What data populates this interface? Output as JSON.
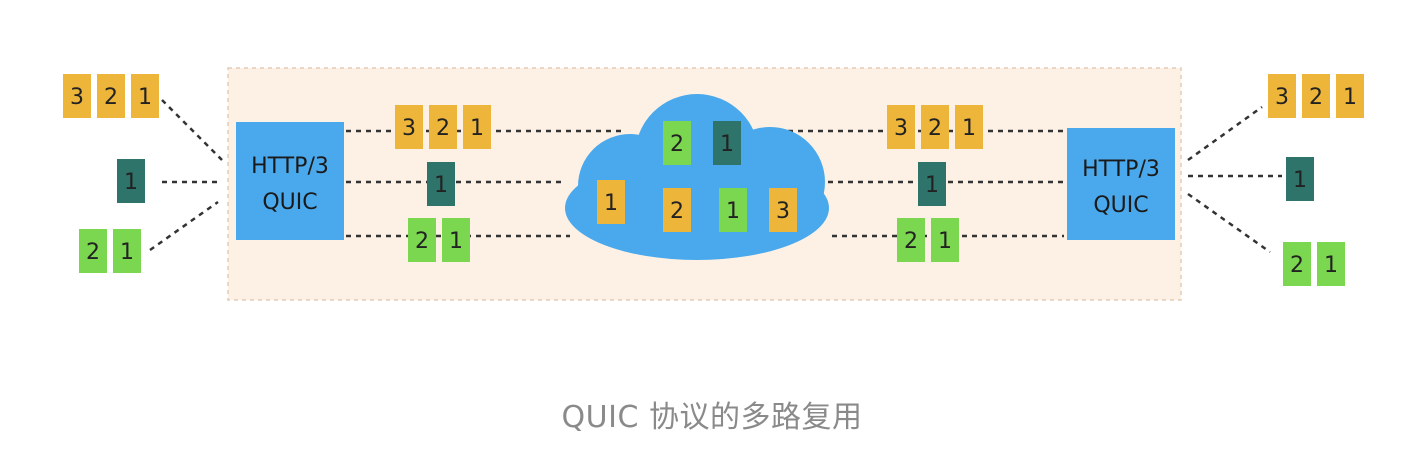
{
  "protocol_box": {
    "line1": "HTTP/3",
    "line2": "QUIC"
  },
  "caption": "QUIC 协议的多路复用",
  "colors": {
    "yellow": "#EDB53A",
    "teal": "#2F746A",
    "green": "#7BD650",
    "blue": "#4AA9EC",
    "panel": "#FDF1E5",
    "panel_border": "#E3CBB7",
    "line": "#333333"
  },
  "streams": [
    {
      "name": "yellow",
      "color_key": "yellow",
      "packets": [
        "3",
        "2",
        "1"
      ]
    },
    {
      "name": "teal",
      "color_key": "teal",
      "packets": [
        "1"
      ]
    },
    {
      "name": "green",
      "color_key": "green",
      "packets": [
        "2",
        "1"
      ]
    }
  ],
  "cloud_packets": [
    {
      "label": "2",
      "color_key": "green"
    },
    {
      "label": "1",
      "color_key": "teal"
    },
    {
      "label": "1",
      "color_key": "yellow"
    },
    {
      "label": "2",
      "color_key": "yellow"
    },
    {
      "label": "1",
      "color_key": "green"
    },
    {
      "label": "3",
      "color_key": "yellow"
    }
  ]
}
